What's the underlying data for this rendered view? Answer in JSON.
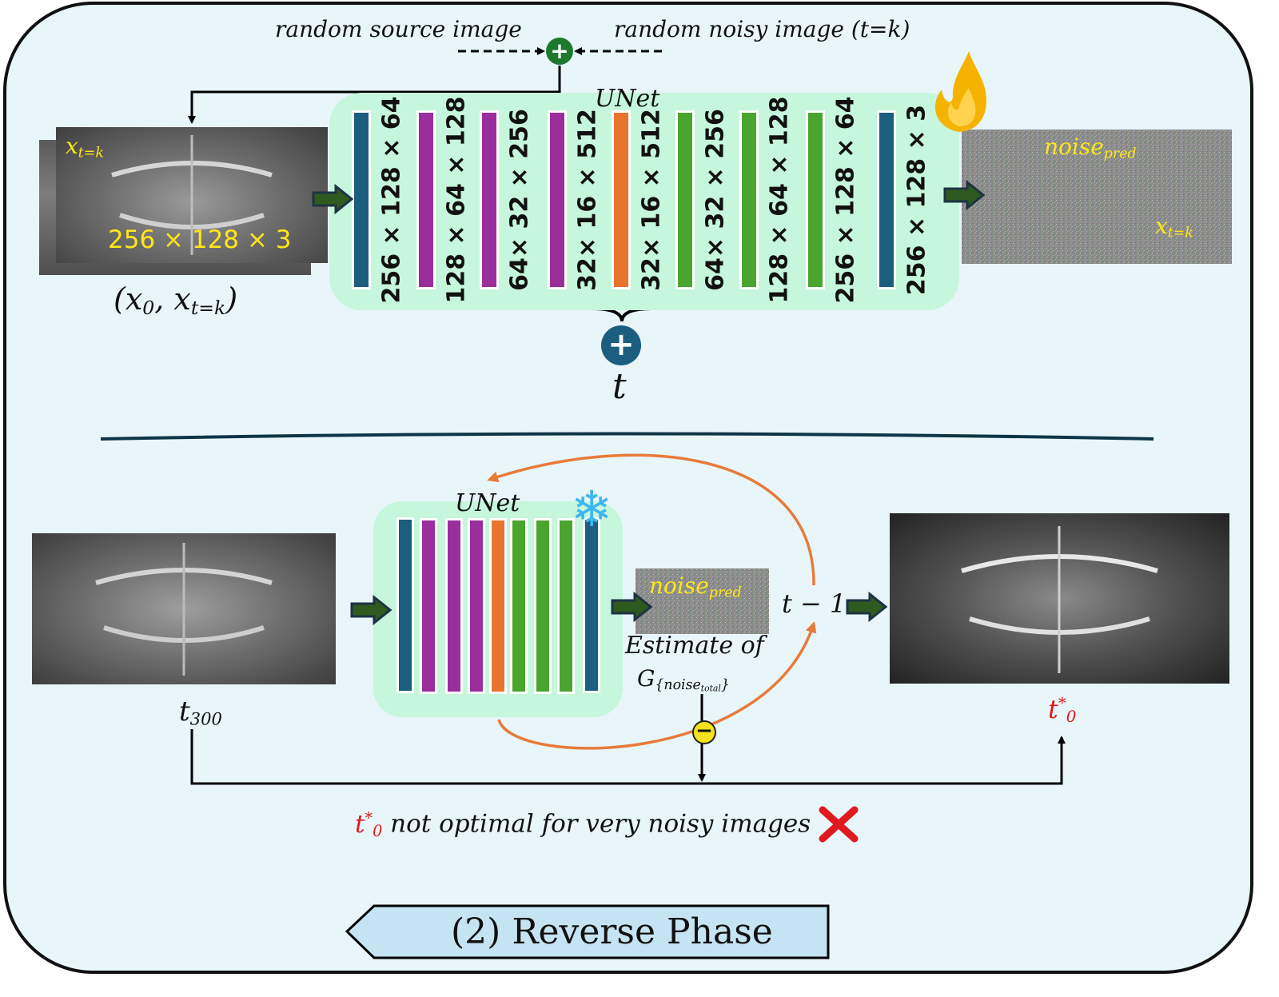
{
  "colors": {
    "panel_bg": "#e8f6fa",
    "unet_bg": "#c6f6dc",
    "blue_bar": "#1b5e80",
    "purple_bar": "#9b2e9d",
    "orange_bar": "#e8742e",
    "green_bar": "#4aa52e",
    "plus_green": "#1d7a2c",
    "plus_blue": "#1b5e80",
    "minus_yellow": "#f5e21c",
    "orange_arrow": "#e87a3a",
    "label_yellow": "#ffe619",
    "red": "#e0191f",
    "phase_banner": "#c5e4f3"
  },
  "training": {
    "random_source_label": "random source image",
    "random_noisy_label": "random noisy image (t=k)",
    "input_label": "x",
    "input_label_sub": "t=k",
    "input_dims": "256 × 128 × 3",
    "pair_caption_main": "(x",
    "pair_caption_sub0": "0",
    "pair_caption_mid": ", x",
    "pair_caption_sub1": "t=k",
    "pair_caption_end": ")",
    "unet_title": "UNet",
    "bars": [
      {
        "label": "256 × 128 × 64",
        "color": "blue"
      },
      {
        "label": "128 × 64 × 128",
        "color": "purple"
      },
      {
        "label": "64× 32 × 256",
        "color": "purple"
      },
      {
        "label": "32× 16 × 512",
        "color": "purple"
      },
      {
        "label": "32× 16 × 512",
        "color": "orange"
      },
      {
        "label": "64× 32 × 256",
        "color": "green"
      },
      {
        "label": "128 × 64 × 128",
        "color": "green"
      },
      {
        "label": "256 × 128 × 64",
        "color": "green"
      },
      {
        "label": "256 × 128 × 3",
        "color": "blue"
      }
    ],
    "time_label": "t",
    "noise_label": "noise",
    "noise_label_sub": "pred",
    "noise_xt_label": "x",
    "noise_xt_sub": "t=k",
    "flame_icon": "flame-icon"
  },
  "reverse": {
    "unet_title": "UNet",
    "bar_colors": [
      "blue",
      "purple",
      "purple",
      "purple",
      "orange",
      "green",
      "green",
      "green",
      "blue"
    ],
    "snowflake_icon": "snowflake-icon",
    "input_label": "t",
    "input_label_sub": "300",
    "noise_label": "noise",
    "noise_label_sub": "pred",
    "estimate_line1": "Estimate of",
    "estimate_line2_main": "G",
    "estimate_line2_sub": "{noise",
    "estimate_line2_subsub": "total",
    "estimate_line2_end": "}",
    "step_label": "t − 1",
    "output_label": "t",
    "output_label_sup": "*",
    "output_label_sub": "0",
    "note_main": "t",
    "note_sup": "*",
    "note_sub": "0",
    "note_text": " not optimal for very noisy images",
    "fail_icon": "cross-mark-icon"
  },
  "phase_title": "(2) Reverse Phase"
}
